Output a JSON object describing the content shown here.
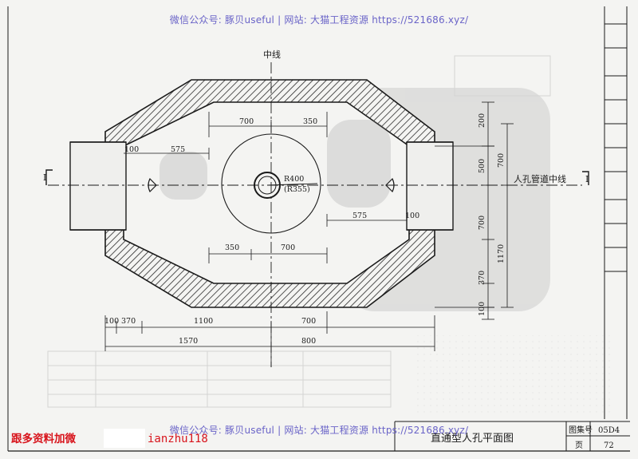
{
  "watermark": {
    "text": "微信公众号: 豚贝useful | 网站: 大猫工程资源 https://521686.xyz/"
  },
  "ad": {
    "left_text": "跟多资料加微",
    "right_text": "ianzhu118"
  },
  "drawing": {
    "centerline_label": "中线",
    "axis_label": "人孔管道中线",
    "section_mark": "I",
    "radius_labels": [
      "R400",
      "(R355)"
    ],
    "dims_top": [
      "700",
      "350"
    ],
    "dims_left": [
      "100",
      "575"
    ],
    "dims_right_inner": [
      "575",
      "100"
    ],
    "dims_bottom_inner": [
      "350",
      "700"
    ],
    "dims_right": [
      "200",
      "500",
      "700",
      "700",
      "1170",
      "370",
      "100"
    ],
    "dims_bottom_row1": [
      "100",
      "370",
      "1100",
      "700"
    ],
    "dims_bottom_row2": [
      "1570",
      "800"
    ]
  },
  "title_block": {
    "title": "直通型人孔平面图",
    "atlas_label": "图集号",
    "atlas_value": "05D4",
    "page_label": "页",
    "page_value": "72"
  },
  "colors": {
    "line": "#1a1a1a",
    "watermark": "#6a64c8",
    "ad": "#d8141c",
    "paper": "#f4f4f2",
    "hatch": "#2a2a2a"
  }
}
